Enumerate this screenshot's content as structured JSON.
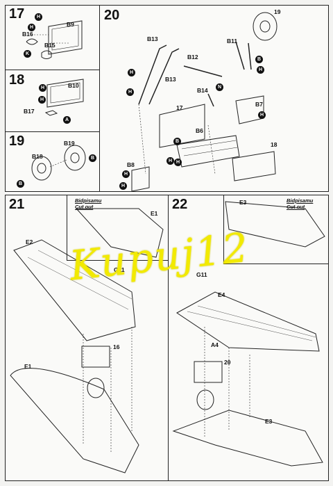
{
  "steps": [
    {
      "number": "17",
      "parts": [
        "B9",
        "B16",
        "B15"
      ],
      "badges": [
        "H",
        "K",
        "H"
      ]
    },
    {
      "number": "18",
      "parts": [
        "B10",
        "B17"
      ],
      "badges": [
        "H",
        "H",
        "A"
      ]
    },
    {
      "number": "19",
      "parts": [
        "B19",
        "B18"
      ],
      "badges": [
        "B",
        "B"
      ]
    },
    {
      "number": "20",
      "parts": [
        "B13",
        "B13",
        "B12",
        "B11",
        "B14",
        "B7",
        "B6",
        "B8",
        "19",
        "17",
        "18"
      ],
      "badges": [
        "H",
        "H",
        "B",
        "H",
        "N",
        "H",
        "B",
        "H",
        "H",
        "H",
        "H"
      ]
    },
    {
      "number": "21",
      "parts": [
        "E1",
        "E2",
        "G11",
        "E1",
        "16"
      ],
      "note": "Bidpisamu\nCut out"
    },
    {
      "number": "22",
      "parts": [
        "E3",
        "G11",
        "E4",
        "A4",
        "20",
        "E3"
      ],
      "note": "Bidpisamu\nCut out"
    }
  ],
  "watermark": "Kupuj12"
}
